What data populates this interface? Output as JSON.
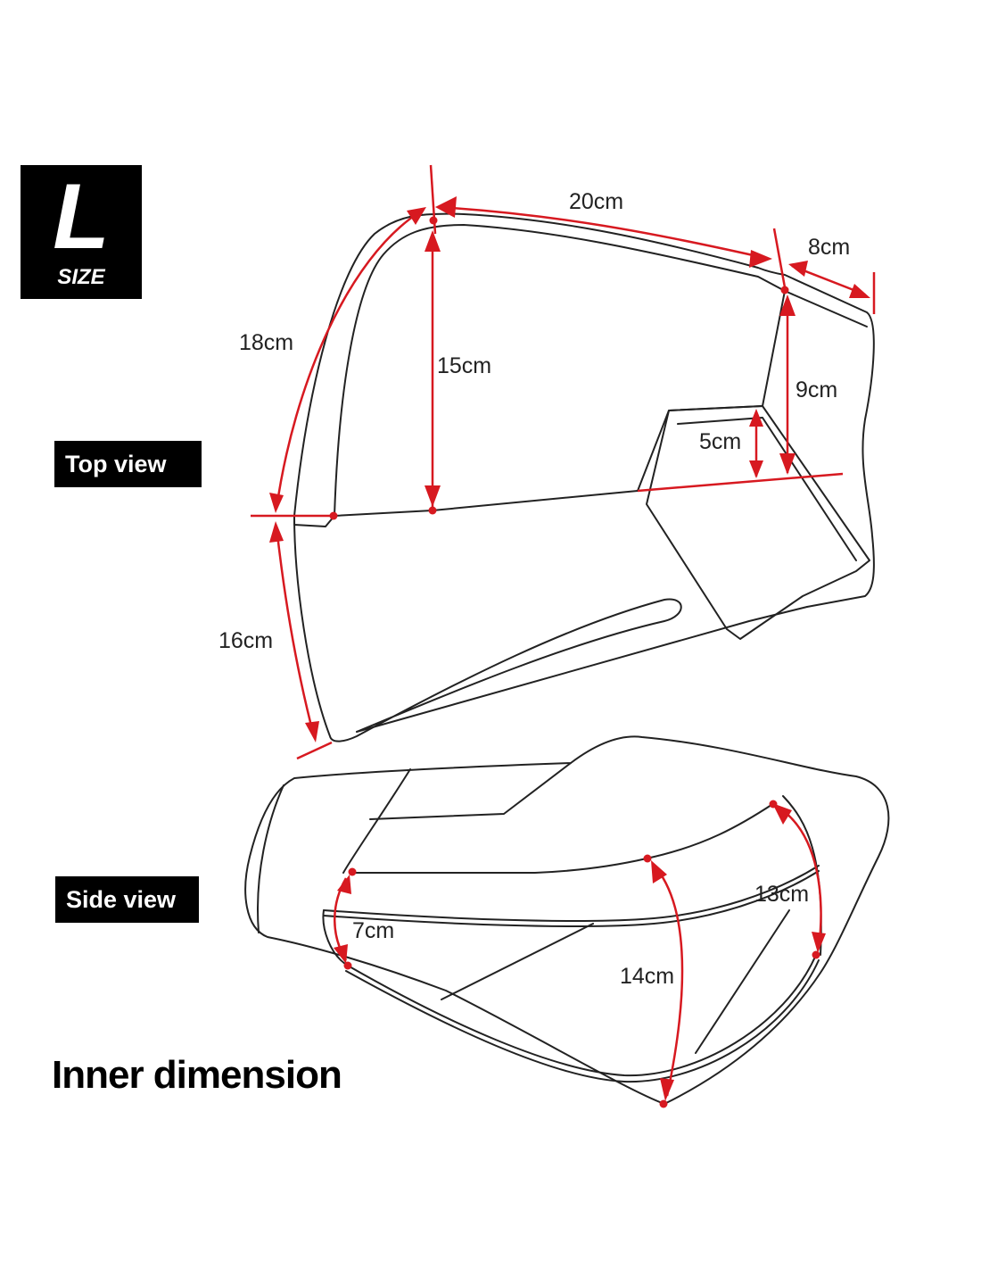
{
  "badge": {
    "letter": "L",
    "word": "SIZE"
  },
  "views": {
    "top": "Top view",
    "side": "Side view"
  },
  "caption": "Inner dimension",
  "accent_color": "#d71920",
  "top_view_dimensions": {
    "top_length": "20cm",
    "rear_width": "8cm",
    "front_arc": "18cm",
    "height": "15cm",
    "rear_height": "9cm",
    "step_height": "5cm",
    "lower_arc": "16cm"
  },
  "side_view_dimensions": {
    "front_height": "7cm",
    "middle_height": "14cm",
    "rear_height": "13cm"
  }
}
